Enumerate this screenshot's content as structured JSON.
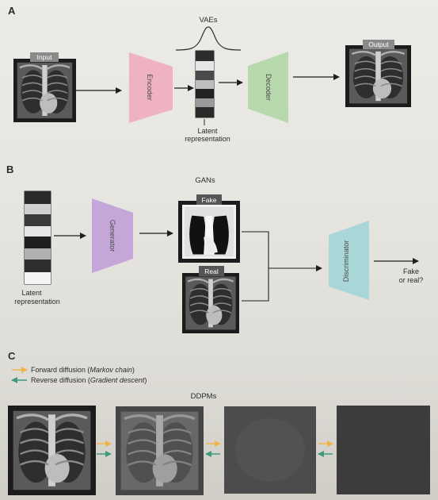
{
  "panel_a": {
    "letter": "A",
    "title": "VAEs",
    "input_label": "Input",
    "output_label": "Output",
    "encoder": "Encoder",
    "decoder": "Decoder",
    "latent_line1": "Latent",
    "latent_line2": "representation"
  },
  "panel_b": {
    "letter": "B",
    "title": "GANs",
    "generator": "Generator",
    "discriminator": "Discriminator",
    "fake_label": "Fake",
    "real_label": "Real",
    "latent_line1": "Latent",
    "latent_line2": "representation",
    "result_line1": "Fake",
    "result_line2": "or real?"
  },
  "panel_c": {
    "letter": "C",
    "legend_forward": "Forward diffusion (",
    "legend_forward_em": "Markov chain",
    "legend_forward_end": ")",
    "legend_reverse": "Reverse diffusion (",
    "legend_reverse_em": "Gradient descent",
    "legend_reverse_end": ")",
    "title": "DDPMs"
  },
  "colors": {
    "encoder": "#efb2c2",
    "decoder": "#b8d9ae",
    "generator": "#c4a7d8",
    "discriminator": "#a9d6d6",
    "forward_arrow": "#f0b348",
    "reverse_arrow": "#3f9a80"
  }
}
